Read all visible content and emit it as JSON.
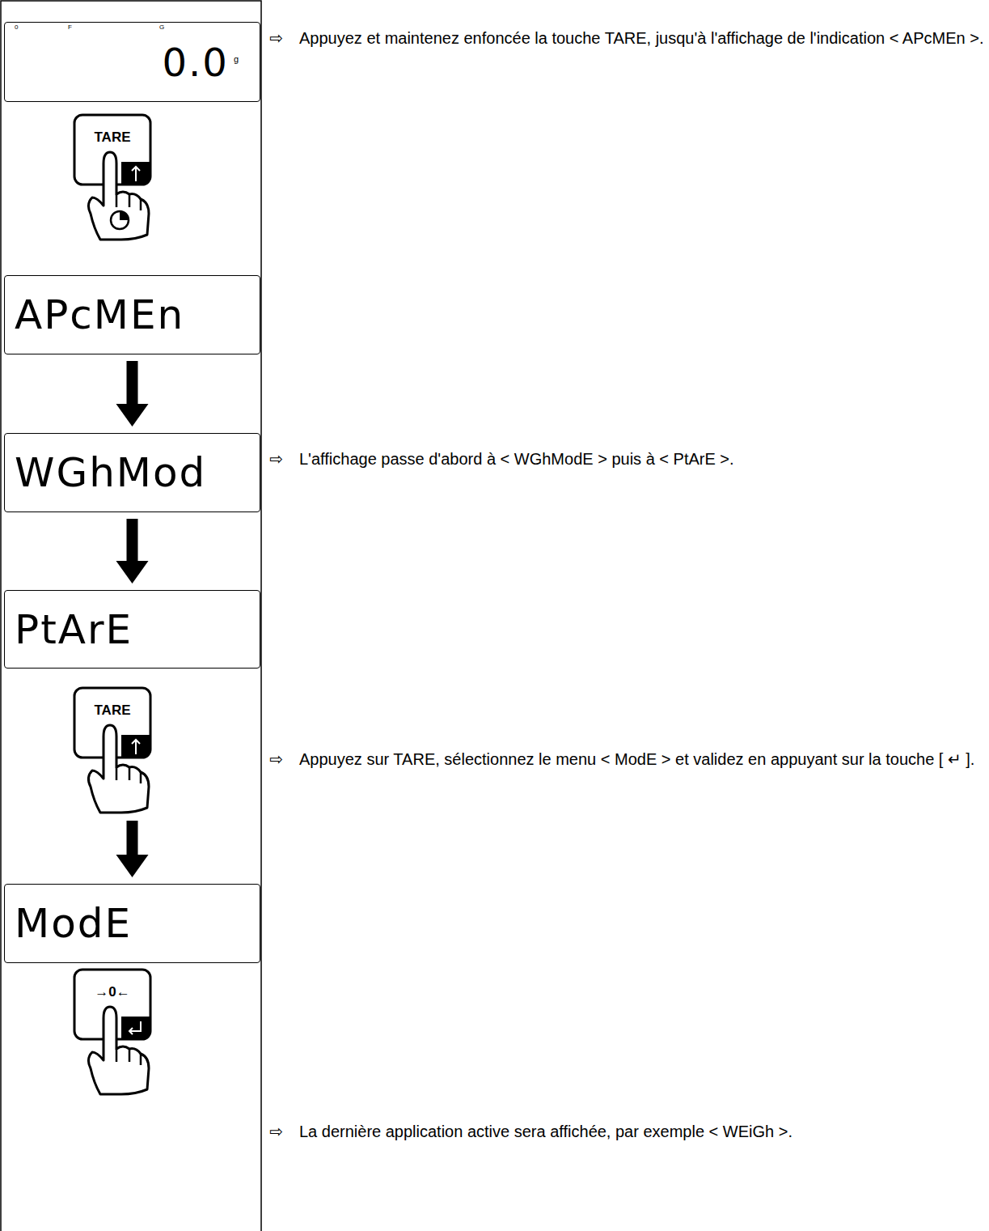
{
  "diagram": {
    "nodes": [
      {
        "text": [
          "0.0",
          "g"
        ]
      },
      {
        "text": [
          "TARE"
        ]
      },
      {
        "text": [
          "APcMEn"
        ]
      },
      {
        "text": [
          "WGhMod"
        ]
      },
      {
        "text": [
          "PtArE"
        ]
      },
      {
        "text": [
          "TARE"
        ]
      },
      {
        "text": [
          "ModE"
        ]
      },
      {
        "text": [
          "→0←"
        ]
      }
    ],
    "edges": [
      {
        "from": 2,
        "to": 3,
        "arrow": "to"
      },
      {
        "from": 3,
        "to": 4,
        "arrow": "to"
      },
      {
        "from": 5,
        "to": 6,
        "arrow": "to"
      }
    ],
    "labels": [
      "0",
      "F",
      "G",
      "⇨",
      "Appuyez et maintenez enfoncée la touche TARE, jusqu'à l'affichage de l'indication < APcMEn >.",
      "⇨",
      "L'affichage passe d'abord à < WGhModE > puis à < PtArE >.",
      "⇨",
      "Appuyez sur TARE, sélectionnez le menu < ModE > et validez en appuyant sur la touche [ ↵ ].",
      "⇨",
      "La dernière application active sera affichée, par exemple < WEiGh >."
    ]
  }
}
